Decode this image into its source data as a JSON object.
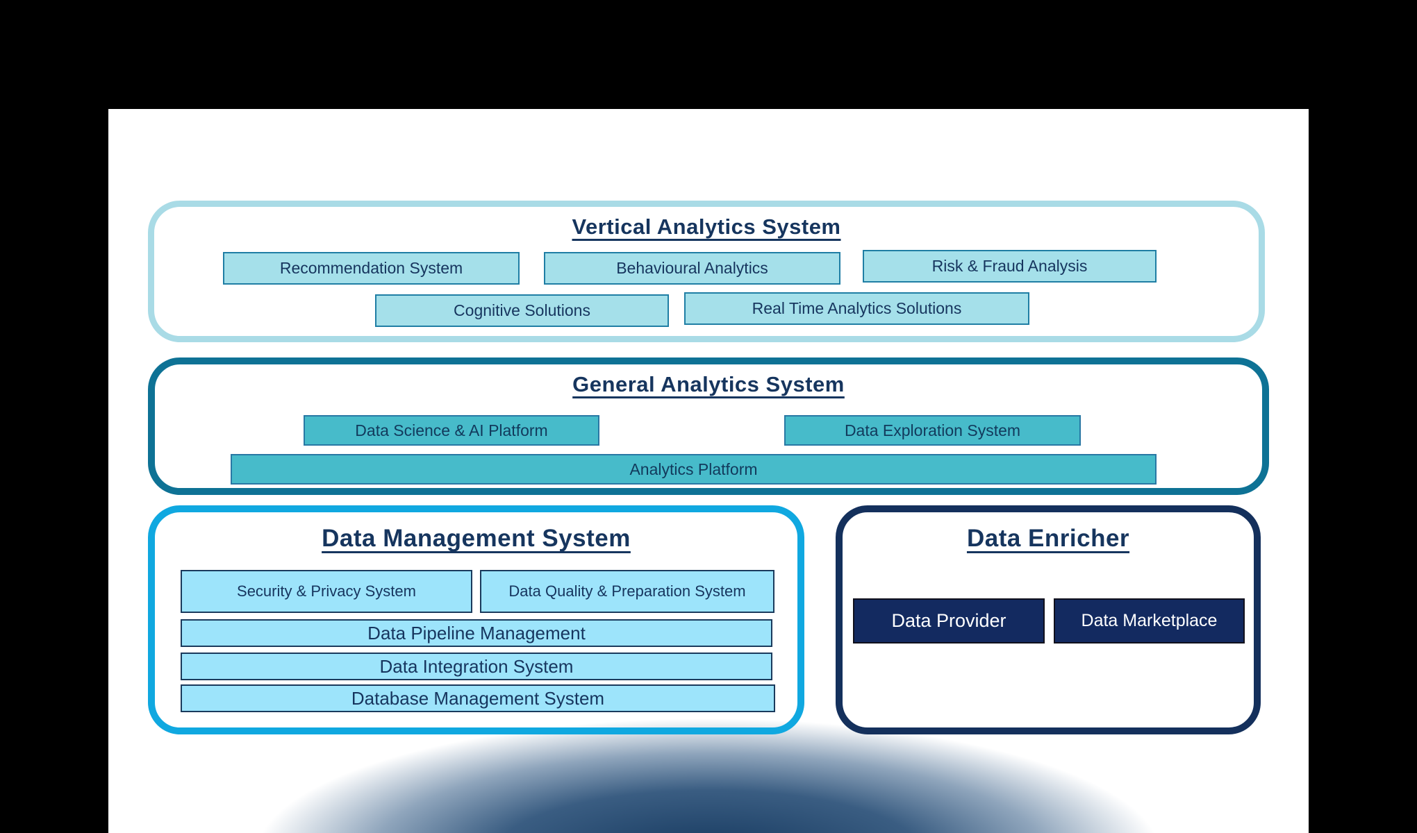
{
  "page": {
    "background": "#000000",
    "canvas_background": "#ffffff",
    "bottom_glow_color": "#16395f"
  },
  "colors": {
    "title_navy": "#16355e",
    "vertical_container_border": "#a9dbe6",
    "vertical_box_fill": "#a5e0ea",
    "general_container_border": "#0e7295",
    "general_box_fill": "#47bbca",
    "data_management_container_border": "#10a8e0",
    "data_management_box_fill": "#9de4fb",
    "data_enricher_container_border": "#14305c",
    "data_enricher_box_fill": "#132a60",
    "box_border_teal": "#1f7ea4",
    "box_border_navy": "#1a3a5c"
  },
  "sections": {
    "vertical_analytics": {
      "title": "Vertical Analytics System",
      "row1": [
        "Recommendation System",
        "Behavioural Analytics",
        "Risk & Fraud Analysis"
      ],
      "row2": [
        "Cognitive Solutions",
        "Real Time Analytics Solutions"
      ]
    },
    "general_analytics": {
      "title": "General Analytics System",
      "boxes": [
        "Data Science & AI Platform",
        "Data Exploration System",
        "Analytics Platform"
      ]
    },
    "data_management": {
      "title": "Data Management System",
      "row1": [
        "Security & Privacy System",
        "Data Quality & Preparation System"
      ],
      "stack": [
        "Data Pipeline Management",
        "Data Integration System",
        "Database Management System"
      ]
    },
    "data_enricher": {
      "title": "Data Enricher",
      "boxes": [
        "Data Provider",
        "Data Marketplace"
      ]
    }
  }
}
